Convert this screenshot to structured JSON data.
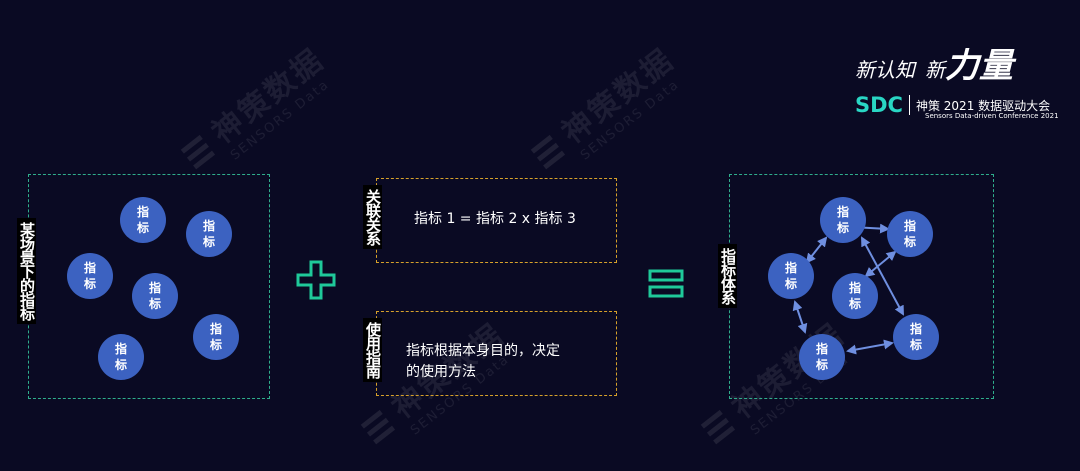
{
  "logo": {
    "slogan_part1a": "新认知",
    "slogan_part2a": "新",
    "slogan_part2b": "力量",
    "sdc": "SDC",
    "conference": "神策 2021 数据驱动大会",
    "conference_en": "Sensors Data-driven Conference 2021",
    "accent_color": "#29d6c4"
  },
  "watermark": {
    "cn": "神策数据",
    "en": "SENSORS Data"
  },
  "left_group": {
    "label": "某场景下的指标",
    "circles": [
      "指标",
      "指标",
      "指标",
      "指标",
      "指标",
      "指标"
    ]
  },
  "plus_icon": "plus-icon",
  "relations": [
    {
      "label": "关联关系",
      "text": "指标 1 = 指标 2 x 指标 3"
    },
    {
      "label": "使用指南",
      "text_line1": "指标根据本身目的，决定",
      "text_line2": "的使用方法"
    }
  ],
  "equals_icon": "equals-icon",
  "right_group": {
    "label": "指标体系",
    "circles": [
      "指标",
      "指标",
      "指标",
      "指标",
      "指标",
      "指标"
    ]
  },
  "colors": {
    "background": "#0a0a23",
    "circle": "#3c62c1",
    "box_green": "#2fae8c",
    "box_gold": "#d7a12a",
    "arrow": "#6f8fe0",
    "symbol_green": "#1fc99a"
  }
}
